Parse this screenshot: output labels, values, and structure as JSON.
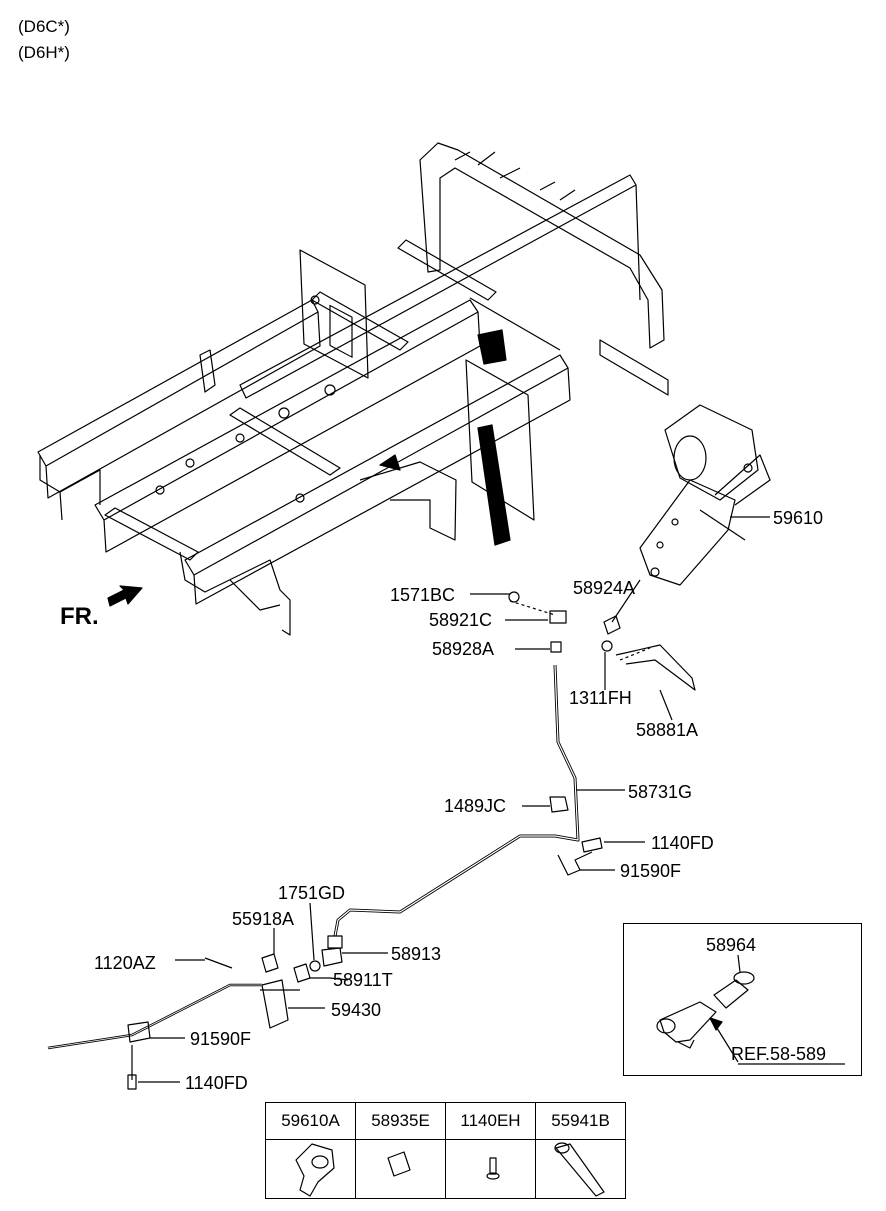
{
  "header": {
    "line1": "(D6C*)",
    "line2": "(D6H*)"
  },
  "direction": {
    "label": "FR."
  },
  "callouts": {
    "c59610": "59610",
    "c1571BC": "1571BC",
    "c58921C": "58921C",
    "c58928A": "58928A",
    "c58924A": "58924A",
    "c1311FH": "1311FH",
    "c58881A": "58881A",
    "c58731G": "58731G",
    "c1489JC": "1489JC",
    "c1140FD_top": "1140FD",
    "c91590F_top": "91590F",
    "c1751GD": "1751GD",
    "c55918A": "55918A",
    "c58913": "58913",
    "c1120AZ": "1120AZ",
    "c58911T": "58911T",
    "c59430": "59430",
    "c91590F_bot": "91590F",
    "c1140FD_bot": "1140FD"
  },
  "inset": {
    "part": "58964",
    "ref": "REF.58-589"
  },
  "parts_table": {
    "headers": [
      "59610A",
      "58935E",
      "1140EH",
      "55941B"
    ]
  }
}
